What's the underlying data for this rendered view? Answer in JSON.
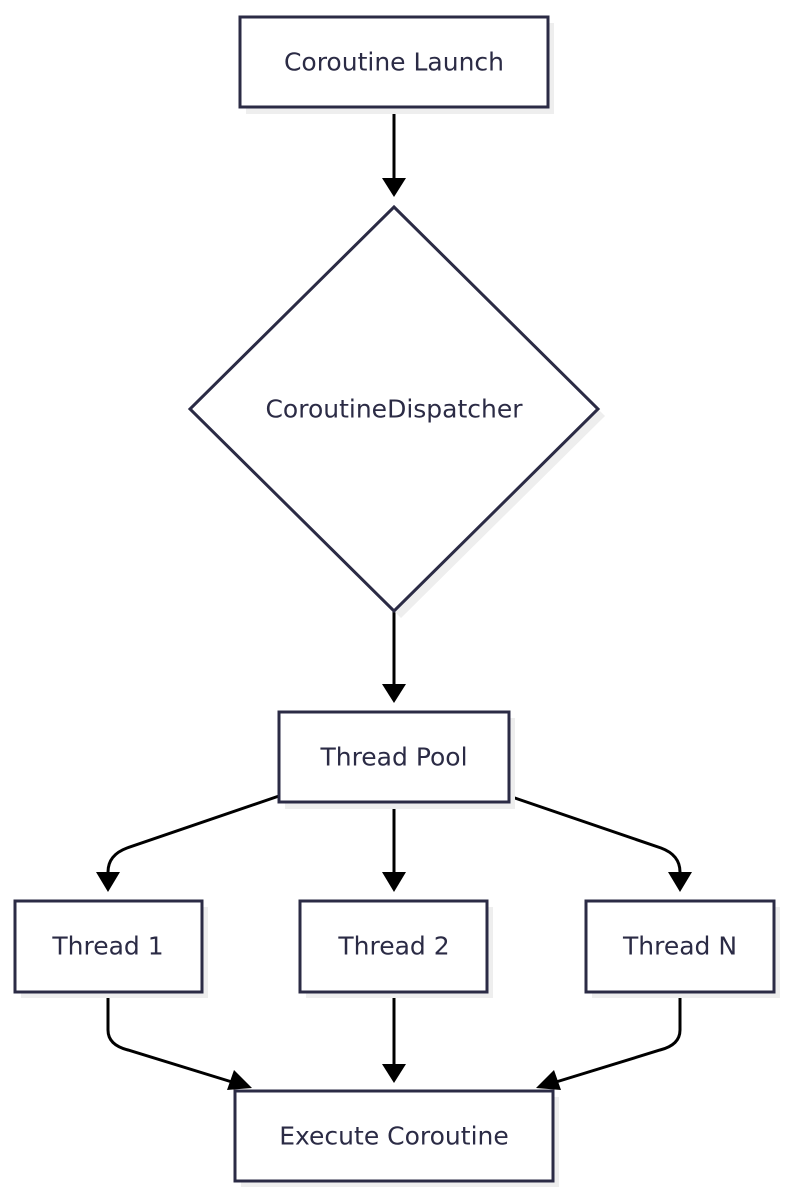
{
  "diagram": {
    "type": "flowchart",
    "nodes": {
      "launch": {
        "label": "Coroutine Launch",
        "shape": "rectangle"
      },
      "dispatcher": {
        "label": "CoroutineDispatcher",
        "shape": "diamond"
      },
      "pool": {
        "label": "Thread Pool",
        "shape": "rectangle"
      },
      "thread1": {
        "label": "Thread 1",
        "shape": "rectangle"
      },
      "thread2": {
        "label": "Thread 2",
        "shape": "rectangle"
      },
      "threadN": {
        "label": "Thread N",
        "shape": "rectangle"
      },
      "execute": {
        "label": "Execute Coroutine",
        "shape": "rectangle"
      }
    },
    "edges": [
      {
        "from": "launch",
        "to": "dispatcher"
      },
      {
        "from": "dispatcher",
        "to": "pool"
      },
      {
        "from": "pool",
        "to": "thread1"
      },
      {
        "from": "pool",
        "to": "thread2"
      },
      {
        "from": "pool",
        "to": "threadN"
      },
      {
        "from": "thread1",
        "to": "execute"
      },
      {
        "from": "thread2",
        "to": "execute"
      },
      {
        "from": "threadN",
        "to": "execute"
      }
    ],
    "colors": {
      "node_border": "#2b2b45",
      "node_fill": "#ffffff",
      "node_text": "#2b2b45",
      "edge": "#000000",
      "background": "#ffffff"
    }
  }
}
